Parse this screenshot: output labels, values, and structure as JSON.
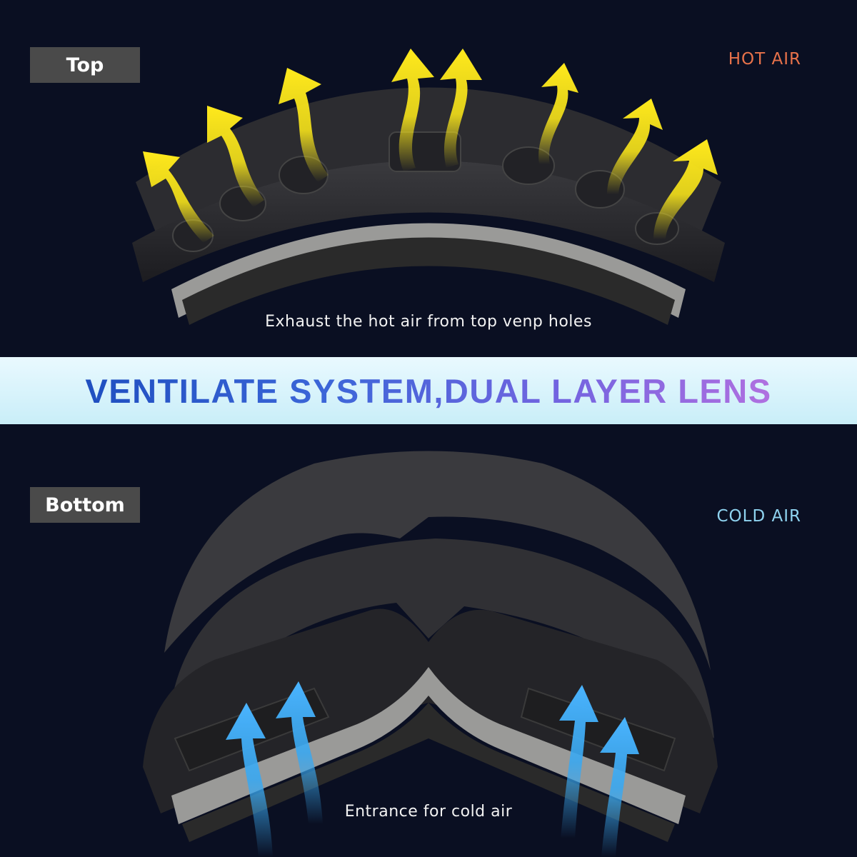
{
  "top_section": {
    "tag": "Top",
    "air_label": "HOT AIR",
    "caption": "Exhaust the hot air from top venp holes"
  },
  "banner": {
    "title": "VENTILATE SYSTEM,DUAL LAYER LENS"
  },
  "bottom_section": {
    "tag": "Bottom",
    "air_label": "COLD AIR",
    "caption": "Entrance for cold air"
  },
  "colors": {
    "background": "#0a0f22",
    "hot_air": "#e8724a",
    "cold_air": "#8fd3f0",
    "hot_arrow": "#f5e21a",
    "cold_arrow": "#3aa8f0",
    "banner_start": "#1f4fc0",
    "banner_end": "#b070e0"
  },
  "icons": {
    "hot_arrows": "up-arrow-icon",
    "cold_arrows": "up-arrow-icon"
  }
}
